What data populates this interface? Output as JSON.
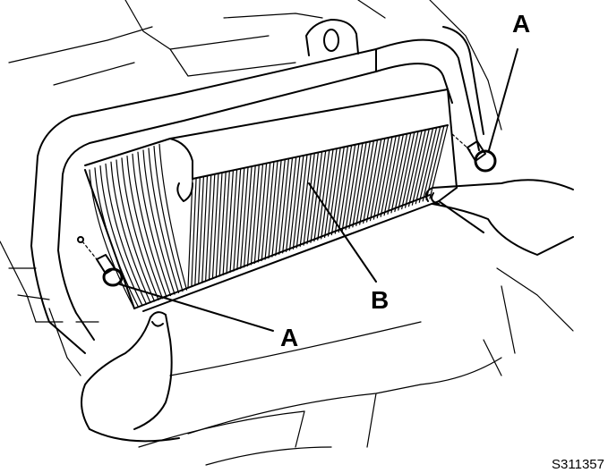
{
  "callouts": {
    "a_top": "A",
    "a_bottom": "A",
    "b": "B"
  },
  "figure_id": "S311357"
}
